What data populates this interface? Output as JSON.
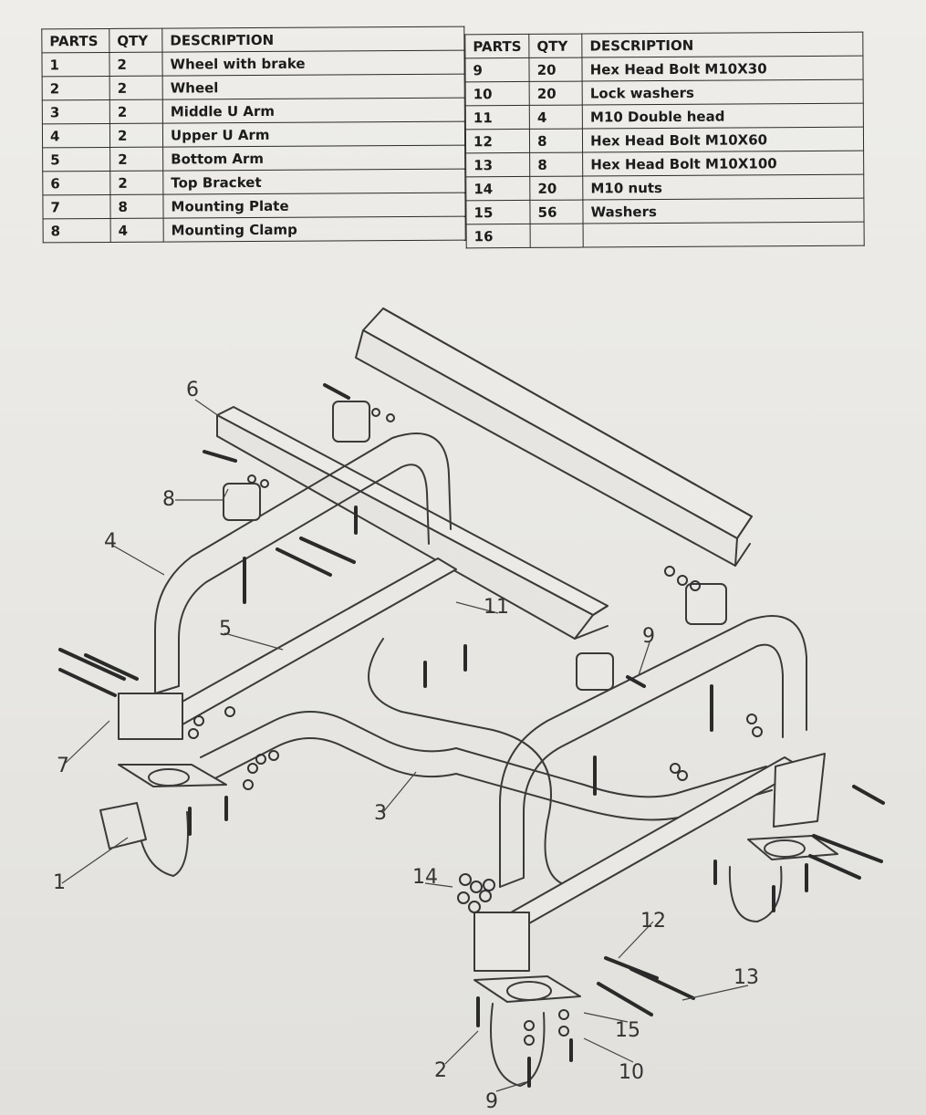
{
  "parts_table": {
    "headers": {
      "parts": "PARTS",
      "qty": "QTY",
      "description": "DESCRIPTION"
    },
    "left_rows": [
      {
        "part": "1",
        "qty": "2",
        "description": "Wheel with brake"
      },
      {
        "part": "2",
        "qty": "2",
        "description": "Wheel"
      },
      {
        "part": "3",
        "qty": "2",
        "description": "Middle U Arm"
      },
      {
        "part": "4",
        "qty": "2",
        "description": "Upper U Arm"
      },
      {
        "part": "5",
        "qty": "2",
        "description": "Bottom Arm"
      },
      {
        "part": "6",
        "qty": "2",
        "description": "Top Bracket"
      },
      {
        "part": "7",
        "qty": "8",
        "description": "Mounting Plate"
      },
      {
        "part": "8",
        "qty": "4",
        "description": "Mounting Clamp"
      }
    ],
    "right_rows": [
      {
        "part": "9",
        "qty": "20",
        "description": "Hex Head Bolt M10X30"
      },
      {
        "part": "10",
        "qty": "20",
        "description": "Lock washers"
      },
      {
        "part": "11",
        "qty": "4",
        "description": "M10 Double head"
      },
      {
        "part": "12",
        "qty": "8",
        "description": "Hex Head Bolt M10X60"
      },
      {
        "part": "13",
        "qty": "8",
        "description": "Hex Head Bolt M10X100"
      },
      {
        "part": "14",
        "qty": "20",
        "description": "M10 nuts"
      },
      {
        "part": "15",
        "qty": "56",
        "description": "Washers"
      },
      {
        "part": "16",
        "qty": "",
        "description": ""
      }
    ]
  },
  "diagram": {
    "callouts": [
      "6",
      "8",
      "4",
      "5",
      "7",
      "1",
      "3",
      "11",
      "9",
      "14",
      "12",
      "13",
      "15",
      "10",
      "2",
      "9"
    ]
  }
}
